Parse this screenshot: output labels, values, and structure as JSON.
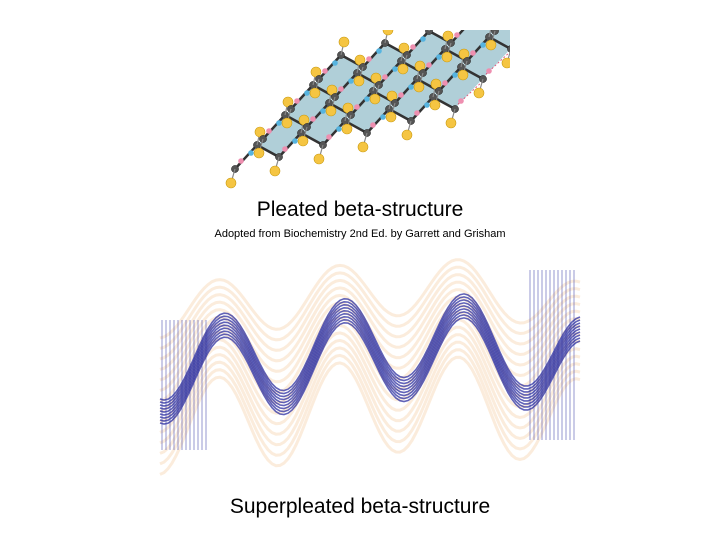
{
  "slide": {
    "caption_pleated": "Pleated beta-structure",
    "credit": "Adopted from Biochemistry 2nd Ed. by Garrett and Grisham",
    "caption_superpleated": "Superpleated beta-structure"
  },
  "colors": {
    "background": "#ffffff",
    "sheet_fill": "#6fa7b8",
    "carbon_atom": "#555555",
    "side_chain_atom": "#f5c542",
    "oxygen_atom": "#ee8fb0",
    "nitrogen_atom": "#56b4e0",
    "ribbon_front": "#2c2fa0",
    "ribbon_back": "#f3c89a"
  }
}
